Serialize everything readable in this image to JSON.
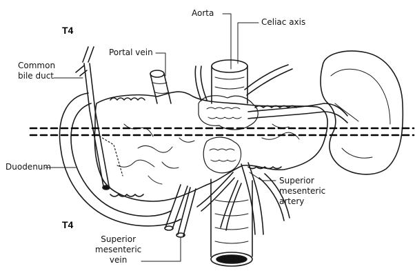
{
  "labels": {
    "aorta": "Aorta",
    "celiac_axis": "Celiac axis",
    "portal_vein": "Portal vein",
    "common_bile_duct_l1": "Common",
    "common_bile_duct_l2": "bile duct",
    "duodenum": "Duodenum",
    "sma_l1": "Superior",
    "sma_l2": "mesenteric",
    "sma_l3": "artery",
    "smv_l1": "Superior",
    "smv_l2": "mesenteric",
    "smv_l3": "vein"
  },
  "stage_top": "T4",
  "stage_bottom": "T4"
}
